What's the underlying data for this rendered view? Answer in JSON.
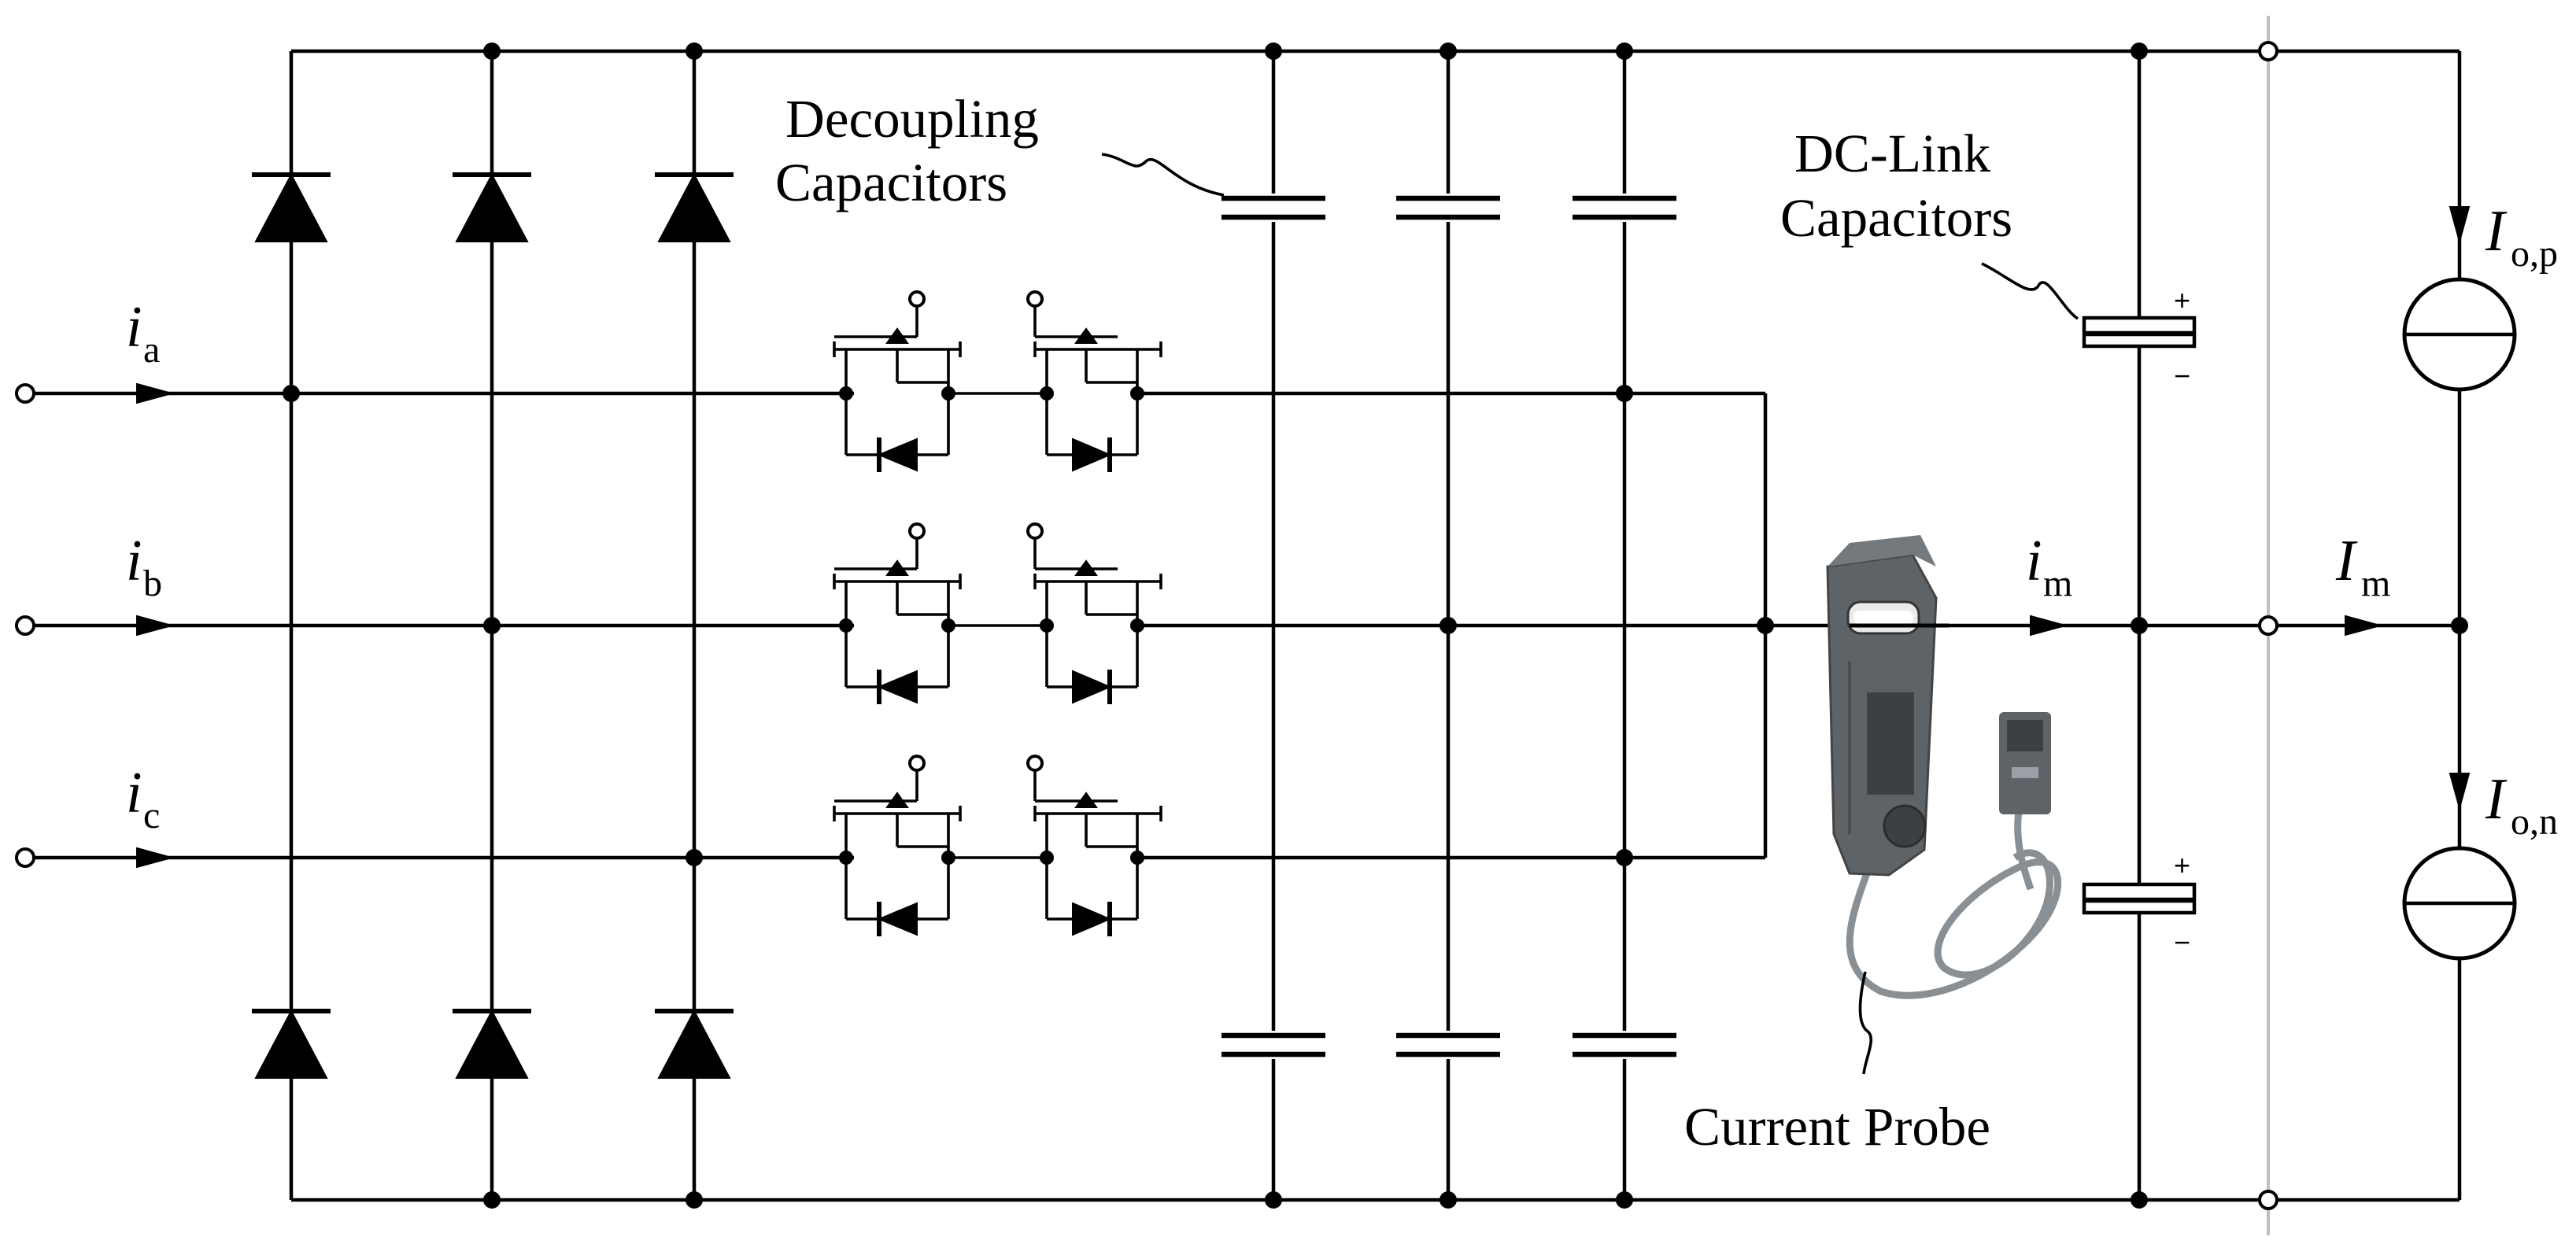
{
  "labels": {
    "decoupling_line1": "Decoupling",
    "decoupling_line2": "Capacitors",
    "dclink_line1": "DC-Link",
    "dclink_line2": "Capacitors",
    "current_probe": "Current Probe"
  },
  "currents": {
    "ia": {
      "symbol": "i",
      "sub": "a"
    },
    "ib": {
      "symbol": "i",
      "sub": "b"
    },
    "ic": {
      "symbol": "i",
      "sub": "c"
    },
    "im": {
      "symbol": "i",
      "sub": "m"
    },
    "Im": {
      "symbol": "I",
      "sub": "m"
    },
    "Iop": {
      "symbol": "I",
      "sub": "o,p"
    },
    "Ion": {
      "symbol": "I",
      "sub": "o,n"
    }
  },
  "polarity": {
    "plus": "+",
    "minus": "−"
  },
  "colors": {
    "line": "#000000",
    "separator": "#c0c0c0",
    "probe_body": "#5e6368",
    "probe_cable": "#8a8f94"
  }
}
